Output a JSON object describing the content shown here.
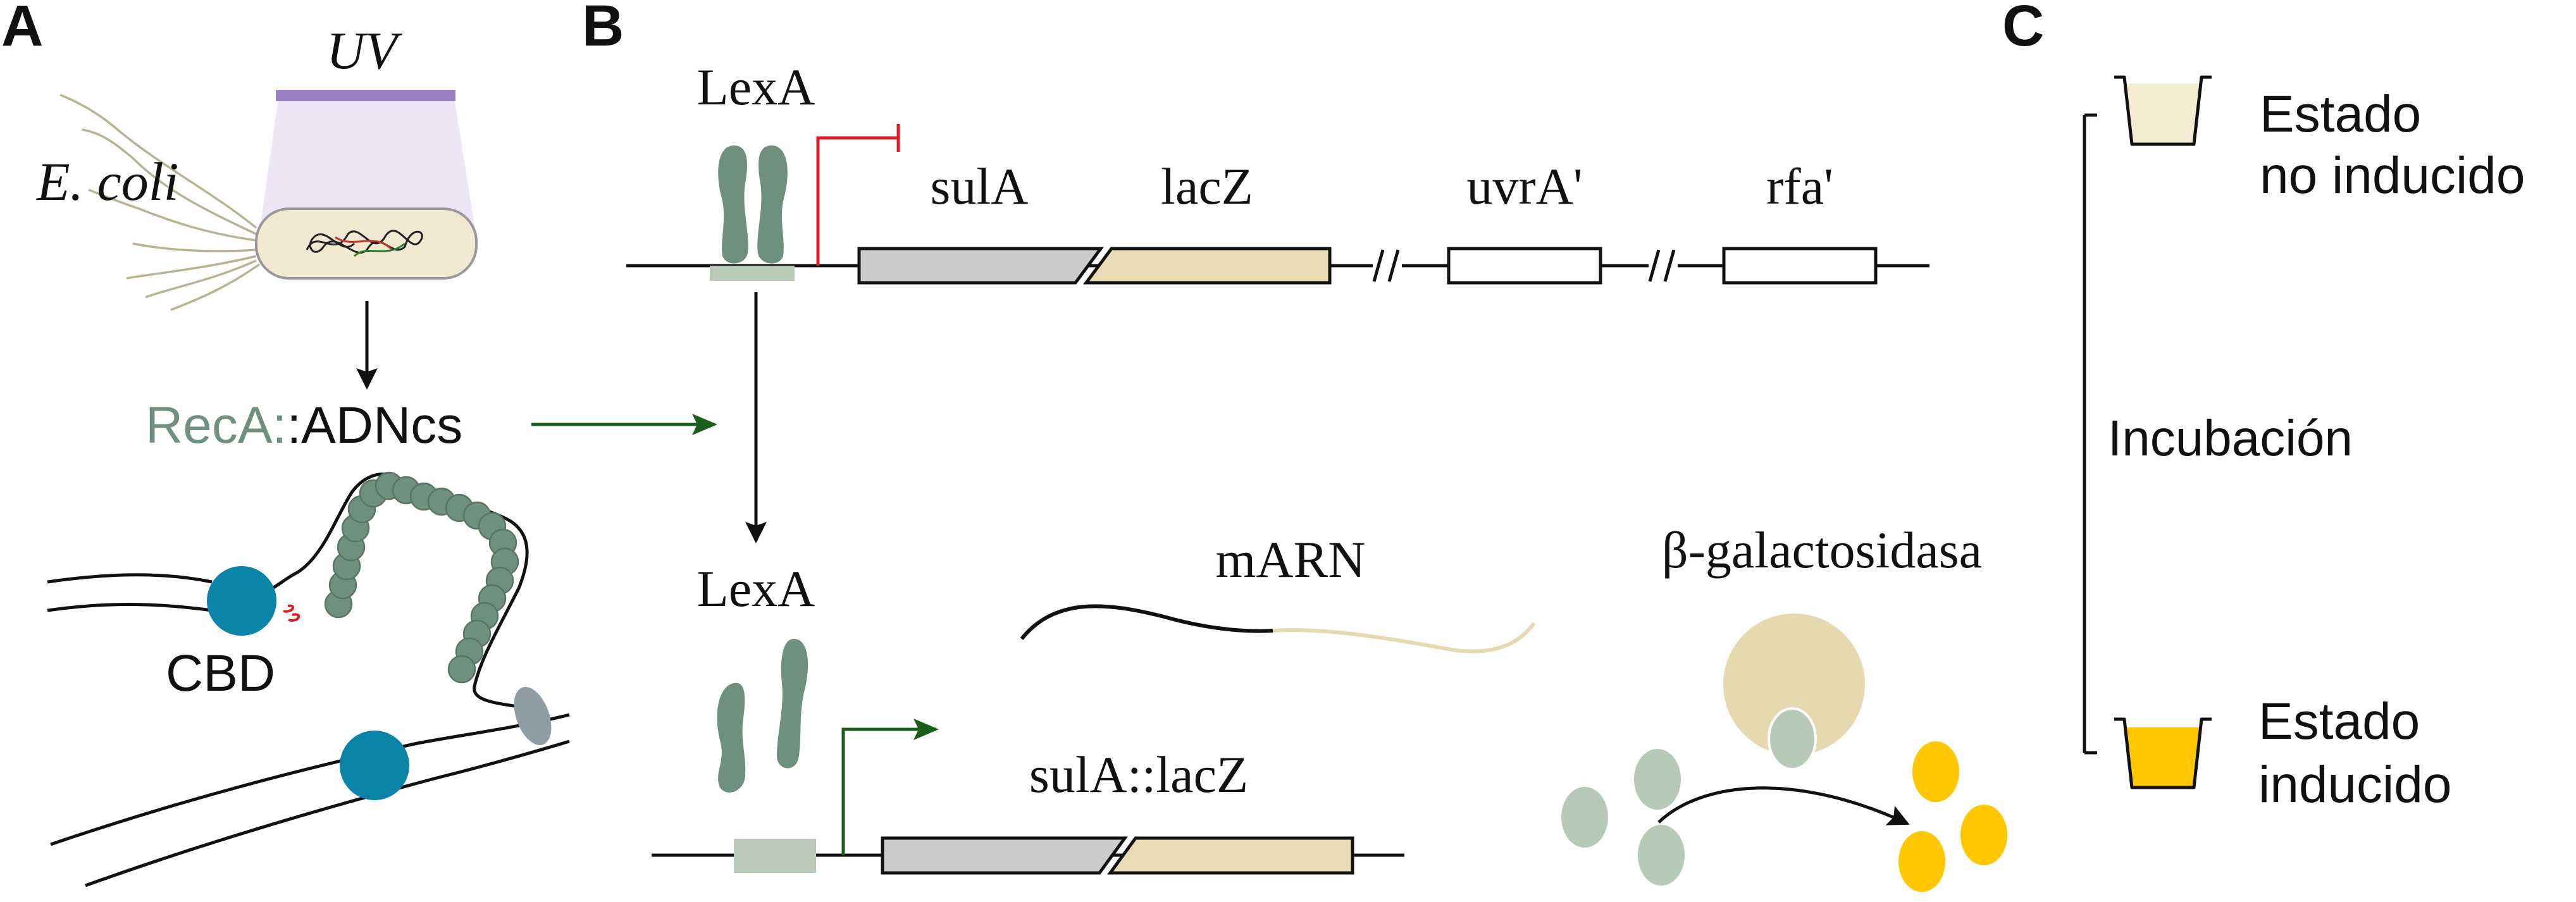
{
  "panels": {
    "a": "A",
    "b": "B",
    "c": "C"
  },
  "panel_a": {
    "uv_label": "UV",
    "organism_label": "E. coli",
    "complex_part1": "RecA:",
    "complex_part2": ":ADNcs",
    "domain_label": "CBD"
  },
  "panel_b": {
    "repressor_top": "LexA",
    "repressor_bottom": "LexA",
    "genes": {
      "sula": "sulA",
      "lacz": "lacZ",
      "uvra": "uvrA'",
      "rfa": "rfa'"
    },
    "fusion_label": "sulA::lacZ",
    "mrna_label": "mARN",
    "enzyme_label": "β-galactosidasa"
  },
  "panel_c": {
    "uninduced_line1": "Estado",
    "uninduced_line2": "no inducido",
    "incubation": "Incubación",
    "induced_line1": "Estado",
    "induced_line2": "inducido"
  },
  "colors": {
    "uv_lamp": "#9b7ec4",
    "uv_glow": "#ebe3f6",
    "cell_fill": "#f1e8d2",
    "recA": "#6f8f7f",
    "recA_text": "#6f8f7f",
    "cbd_red": "#e01b24",
    "dna_binding_protein": "#0a84a8",
    "grey_protein": "#8f9ea5",
    "sula_fill": "#cccccc",
    "lacz_fill": "#e9dcb4",
    "operator_box": "#b9cbb8",
    "promoter_on": "#1b5e1b",
    "promoter_off": "#e01b24",
    "galactosidase": "#e6d9b0",
    "substrate": "#b7cab8",
    "product": "#ffc800",
    "beaker_uninduced": "#f3ebd2",
    "beaker_induced": "#ffc800"
  }
}
